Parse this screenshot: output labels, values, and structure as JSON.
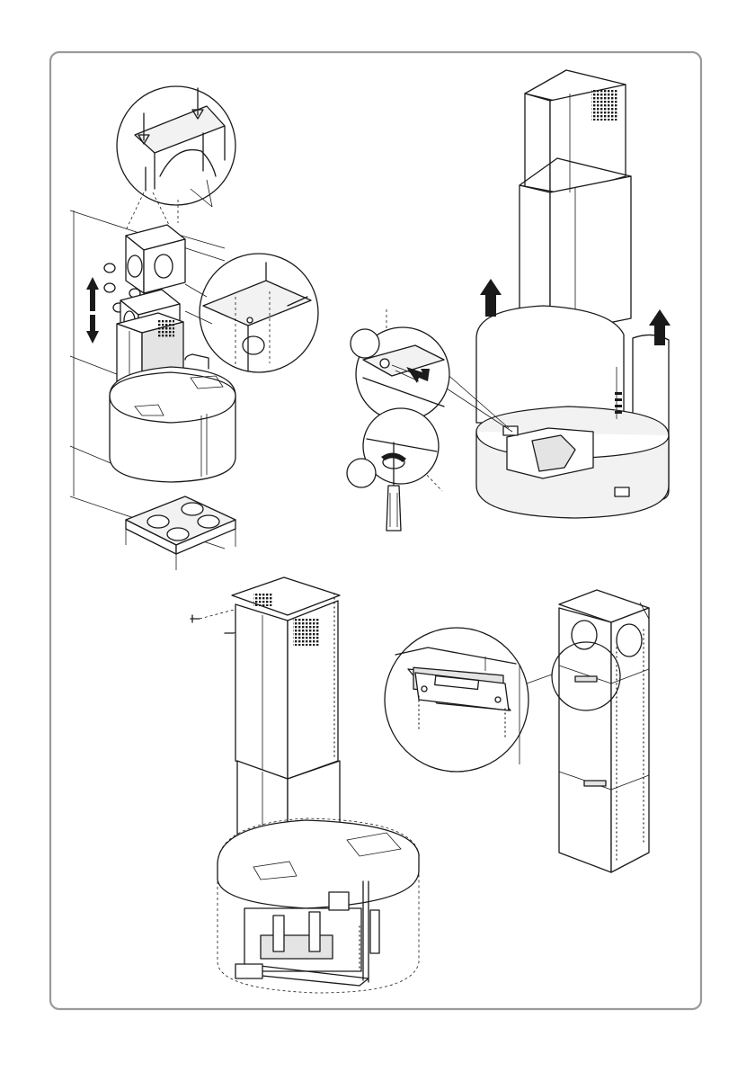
{
  "frame": {
    "border_color": "#9a9a9a",
    "background": "#ffffff"
  },
  "steps": [
    {
      "name": "step-chimney-bracket-assembly",
      "callout_icons": [
        "bracket-screw-detail-icon",
        "chimney-screw-detail-icon"
      ]
    },
    {
      "name": "step-hood-canopy-lift",
      "markers": [
        {
          "label": ""
        },
        {
          "label": ""
        }
      ],
      "icons": [
        "up-arrow-icon",
        "screwdriver-icon"
      ]
    },
    {
      "name": "step-chimney-fixing",
      "icons": [
        "screw-icon"
      ]
    },
    {
      "name": "step-chimney-bracket-join",
      "icons": [
        "bracket-detail-icon"
      ]
    }
  ]
}
